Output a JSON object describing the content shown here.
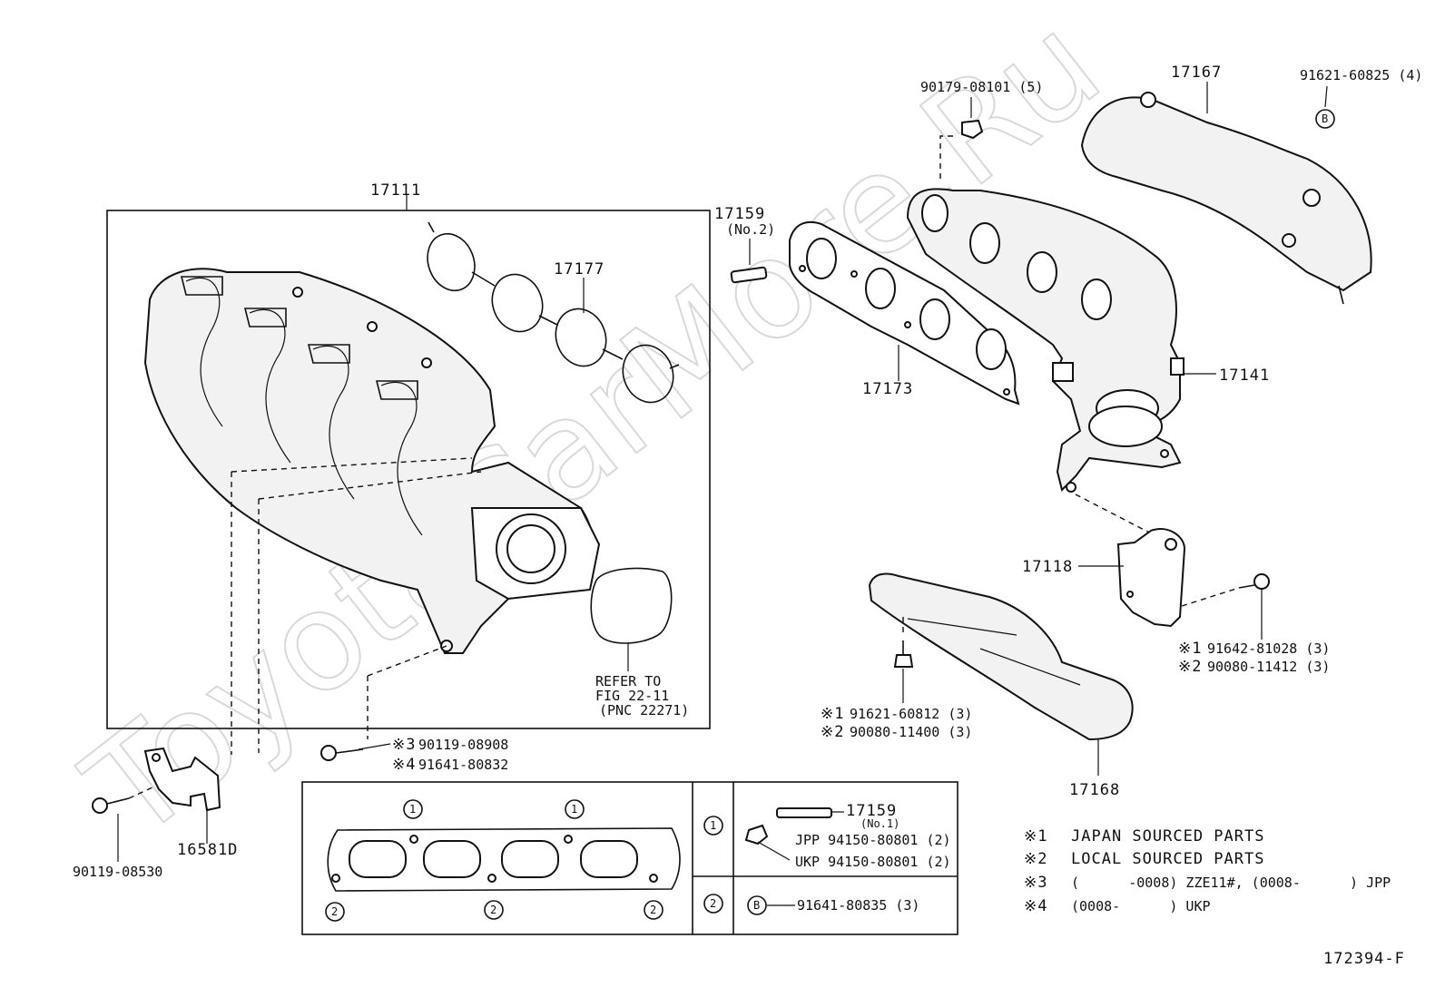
{
  "watermark": "ToyotaCarMore.Ru",
  "figure_code": "172394-F",
  "parts": {
    "intake_manifold": "17111",
    "intake_gasket": "17177",
    "stud_no2_number": "17159",
    "stud_no2_sub": "(No.2)",
    "refer_line1": "REFER TO",
    "refer_line2": "FIG 22-11",
    "refer_line3": "(PNC 22271)",
    "bolt_a_mark1": "※3",
    "bolt_a_num1": "90119-08908",
    "bolt_a_mark2": "※4",
    "bolt_a_num2": "91641-80832",
    "bracket": "16581D",
    "bracket_bolt": "90119-08530",
    "nut_top": "90179-08101 (5)",
    "heat_insulator": "17167",
    "insulator_bolt": "91621-60825 (4)",
    "exhaust_gasket": "17173",
    "exhaust_manifold": "17141",
    "stay": "17118",
    "stay_bolt_mark1": "※1",
    "stay_bolt_num1": "91642-81028 (3)",
    "stay_bolt_mark2": "※2",
    "stay_bolt_num2": "90080-11412 (3)",
    "lower_bolt_mark1": "※1",
    "lower_bolt_num1": "91621-60812 (3)",
    "lower_bolt_mark2": "※2",
    "lower_bolt_num2": "90080-11400 (3)",
    "lower_insulator": "17168"
  },
  "legend_box": {
    "circle_1": "1",
    "circle_2": "2",
    "marker_b": "B",
    "stud_number": "17159",
    "stud_sub": "(No.1)",
    "jpp_line": "JPP 94150-80801 (2)",
    "ukp_line": "UKP 94150-80801 (2)",
    "bolt_line": "91641-80835 (3)"
  },
  "notes": [
    {
      "mark": "※1",
      "text": "JAPAN SOURCED PARTS"
    },
    {
      "mark": "※2",
      "text": "LOCAL SOURCED PARTS"
    },
    {
      "mark": "※3",
      "text": "(      -0008) ZZE11#, (0008-      ) JPP"
    },
    {
      "mark": "※4",
      "text": "(0008-      ) UKP"
    }
  ]
}
